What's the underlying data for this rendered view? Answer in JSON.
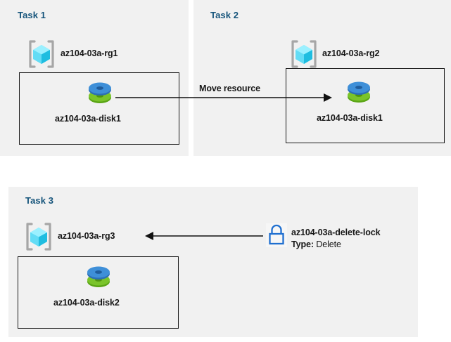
{
  "diagram": {
    "title_color": "#14537a",
    "panel_bg": "#f1f1f1",
    "line_color": "#1a1a1a",
    "lock_color": "#1f6fd0",
    "disk_top_color": "#3d8fd8",
    "disk_bottom_color": "#6ab42e",
    "rg_cube_color": "#40d6f5",
    "rg_bracket_color": "#a6a6a6"
  },
  "tasks": [
    {
      "title": "Task 1",
      "resource_group": "az104-03a-rg1",
      "resource": "az104-03a-disk1",
      "rg_icon": "resource-group-icon",
      "disk_icon": "managed-disk-icon"
    },
    {
      "title": "Task 2",
      "resource_group": "az104-03a-rg2",
      "resource": "az104-03a-disk1",
      "rg_icon": "resource-group-icon",
      "disk_icon": "managed-disk-icon"
    },
    {
      "title": "Task 3",
      "resource_group": "az104-03a-rg3",
      "resource": "az104-03a-disk2",
      "rg_icon": "resource-group-icon",
      "disk_icon": "managed-disk-icon"
    }
  ],
  "edges": {
    "move_resource_label": "Move resource"
  },
  "lock": {
    "name": "az104-03a-delete-lock",
    "type_label": "Type:",
    "type_value": "Delete",
    "icon": "padlock-icon"
  }
}
